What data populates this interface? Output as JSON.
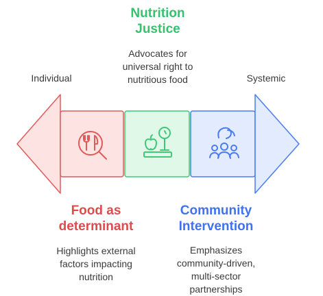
{
  "colors": {
    "red_fill": "#fde3e2",
    "red_stroke": "#e05a5a",
    "red_title": "#dd4b4b",
    "green_fill": "#dff8e8",
    "green_stroke": "#3dc977",
    "green_title": "#36c16e",
    "blue_fill": "#e3ecff",
    "blue_stroke": "#4a7bf0",
    "blue_title": "#3f72ef"
  },
  "ends": {
    "left": "Individual",
    "right": "Systemic"
  },
  "stages": [
    {
      "title": "Food as\ndeterminant",
      "description": "Highlights external\nfactors impacting\nnutrition",
      "icon": "fork-knife-magnifier-icon"
    },
    {
      "title": "Nutrition\nJustice",
      "description": "Advocates for\nuniversal right to\nnutritious food",
      "icon": "apple-scale-icon"
    },
    {
      "title": "Community\nIntervention",
      "description": "Emphasizes\ncommunity-driven,\nmulti-sector\npartnerships",
      "icon": "community-group-icon"
    }
  ]
}
